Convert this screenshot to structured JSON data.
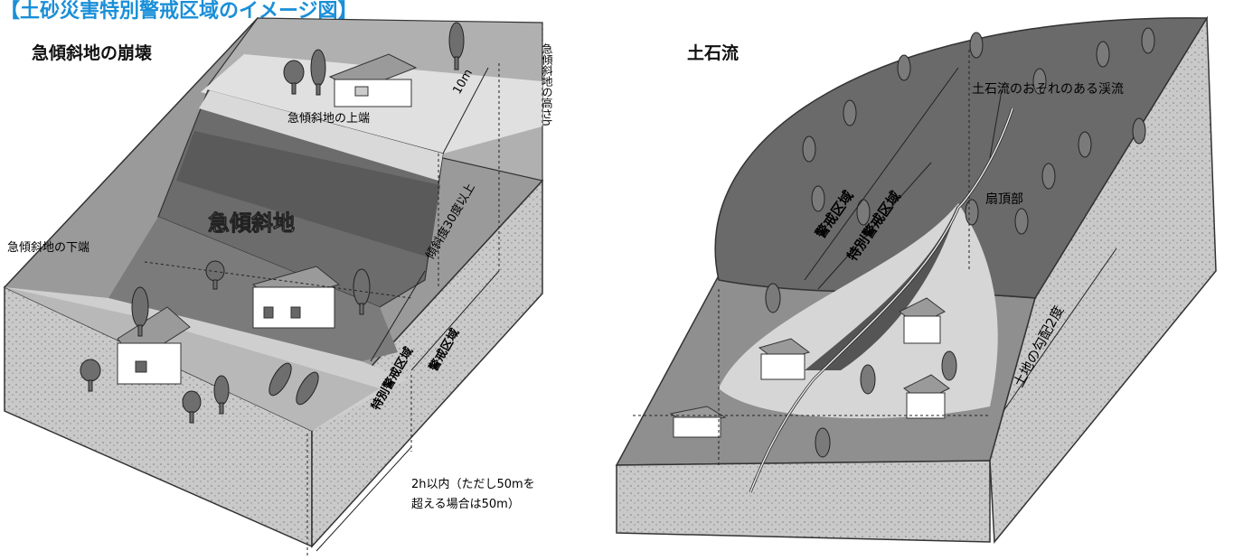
{
  "header": {
    "title": "【土砂災害特別警戒区域のイメージ図】"
  },
  "steep_slope_panel": {
    "title": "急傾斜地の崩壊",
    "labels": {
      "top_edge": "急傾斜地の上端",
      "bottom_edge": "急傾斜地の下端",
      "slope_name": "急傾斜地",
      "slope_angle": "傾斜度30度以上",
      "height_label": "急傾斜地の高さh",
      "ten_m": "10m",
      "special_zone": "特別警戒区域",
      "warning_zone": "警戒区域",
      "distance_note_line1": "2h以内（ただし50mを",
      "distance_note_line2": "超える場合は50m）"
    }
  },
  "debris_flow_panel": {
    "title": "土石流",
    "labels": {
      "stream": "土石流のおそれのある渓流",
      "fan_apex": "扇頂部",
      "warning_zone": "警戒区域",
      "special_zone": "特別警戒区域",
      "gradient": "土地の勾配2度"
    }
  },
  "colors": {
    "title_blue": "#1a8fd8",
    "dark_gray": "#5e5e5e",
    "mid_gray": "#8a8a8a",
    "light_gray": "#cfcfcf",
    "pale_gray": "#e6e6e6"
  }
}
